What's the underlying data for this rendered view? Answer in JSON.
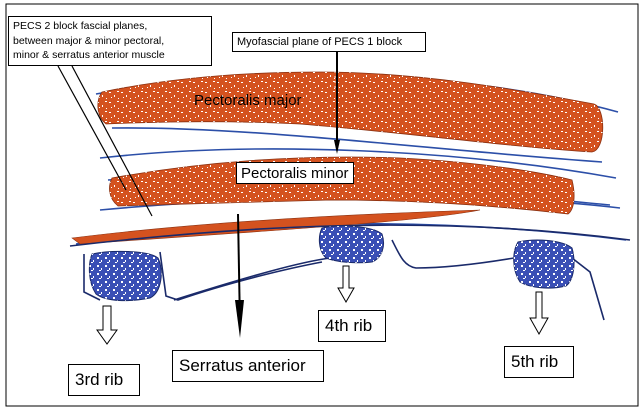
{
  "callouts": {
    "pecs2_line1": "PECS 2 block fascial planes,",
    "pecs2_line2": "between major & minor pectoral,",
    "pecs2_line3": "minor & serratus anterior muscle",
    "pecs1": "Myofascial plane of PECS 1 block"
  },
  "muscles": {
    "major": "Pectoralis major",
    "minor": "Pectoralis minor"
  },
  "labels": {
    "serratus": "Serratus anterior",
    "rib3": "3rd rib",
    "rib4": "4th rib",
    "rib5": "5th rib"
  },
  "colors": {
    "muscle": "#d4521f",
    "rib": "#3a4fb5",
    "fascia": "#2c4fa8",
    "outline": "#000000"
  }
}
